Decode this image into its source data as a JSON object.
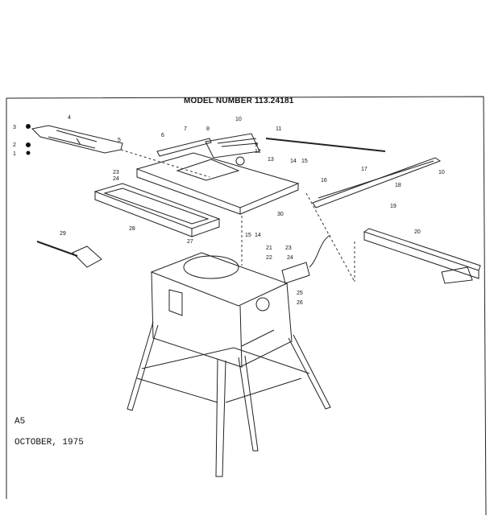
{
  "title": "MODEL NUMBER 113.24181",
  "code": "A5",
  "date": "OCTOBER, 1975",
  "part_numbers": [
    "1",
    "2",
    "3",
    "4",
    "5",
    "6",
    "7",
    "8",
    "9",
    "10",
    "11",
    "12",
    "13",
    "14",
    "15",
    "16",
    "17",
    "18",
    "19",
    "20",
    "21",
    "22",
    "23",
    "24",
    "25",
    "26",
    "27",
    "28",
    "29",
    "30"
  ]
}
